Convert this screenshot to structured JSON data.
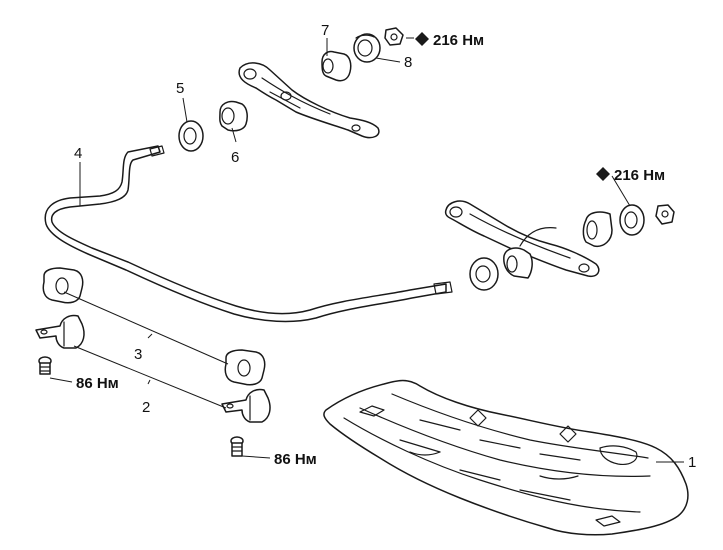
{
  "callouts": {
    "c1": "1",
    "c2": "2",
    "c3": "3",
    "c4": "4",
    "c5": "5",
    "c6": "6",
    "c7": "7",
    "c8": "8"
  },
  "torques": {
    "top": "216 Нм",
    "right": "216 Нм",
    "bolt_left": "86 Нм",
    "bolt_bottom": "86 Нм"
  }
}
